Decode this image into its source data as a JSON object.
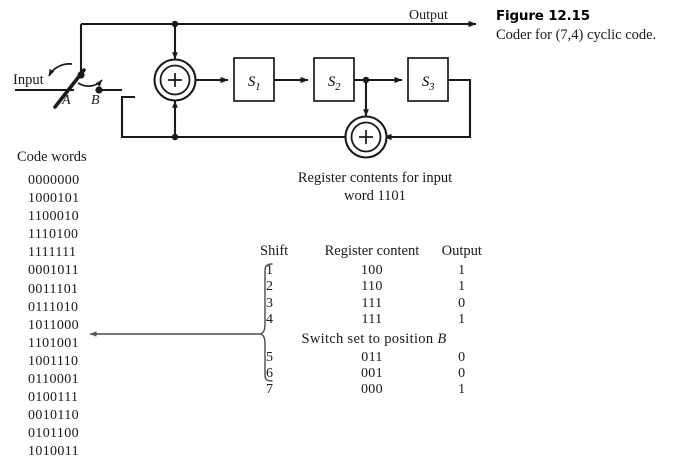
{
  "figure": {
    "number": "Figure 12.15",
    "caption": "Coder for (7,4) cyclic code."
  },
  "schematic": {
    "input_label": "Input",
    "switch_position_a": "A",
    "switch_position_b": "B",
    "output_label": "Output",
    "registers": [
      "S1",
      "S2",
      "S3"
    ],
    "register_labels": [
      {
        "base": "S",
        "sub": "1"
      },
      {
        "base": "S",
        "sub": "2"
      },
      {
        "base": "S",
        "sub": "3"
      }
    ],
    "adder_symbol": "+",
    "line_color": "#1a1a1a"
  },
  "codewords": {
    "title": "Code words",
    "items": [
      "0000000",
      "1000101",
      "1100010",
      "1110100",
      "1111111",
      "0001011",
      "0011101",
      "0111010",
      "1011000",
      "1101001",
      "1001110",
      "0110001",
      "0100111",
      "0010110",
      "0101100",
      "1010011"
    ],
    "highlighted_index": 9
  },
  "register_table": {
    "title_line1": "Register contents for input",
    "title_line2": "word 1101",
    "headers": {
      "shift": "Shift",
      "register_content": "Register content",
      "output": "Output"
    },
    "rows_before": [
      {
        "shift": "1",
        "content": "100",
        "output": "1"
      },
      {
        "shift": "2",
        "content": "110",
        "output": "1"
      },
      {
        "shift": "3",
        "content": "111",
        "output": "0"
      },
      {
        "shift": "4",
        "content": "111",
        "output": "1"
      }
    ],
    "switch_note_prefix": "Switch set to position ",
    "switch_note_position": "B",
    "rows_after": [
      {
        "shift": "5",
        "content": "011",
        "output": "0"
      },
      {
        "shift": "6",
        "content": "001",
        "output": "0"
      },
      {
        "shift": "7",
        "content": "000",
        "output": "1"
      }
    ]
  }
}
